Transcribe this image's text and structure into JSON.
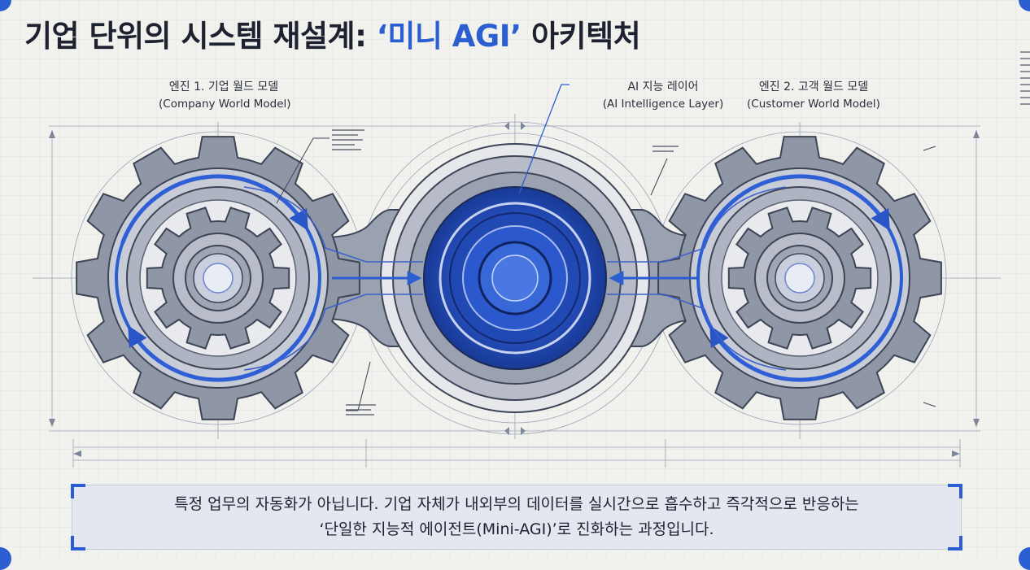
{
  "title": {
    "main": "기업 단위의 시스템 재설계: ",
    "accent": "‘미니 AGI’",
    "tail": " 아키텍처"
  },
  "labels": {
    "left": {
      "line1": "엔진 1. 기업 월드 모델",
      "line2": "(Company World Model)"
    },
    "center": {
      "line1": "AI 지능 레이어",
      "line2": "(AI Intelligence Layer)"
    },
    "right": {
      "line1": "엔진 2. 고객 월드 모델",
      "line2": "(Customer World Model)"
    }
  },
  "caption": {
    "line1": "특정 업무의 자동화가 아닙니다. 기업 자체가 내외부의 데이터를 실시간으로 흡수하고 즉각적으로 반응하는",
    "line2": "‘단일한 지능적 에이전트(Mini-AGI)’로 진화하는 과정입니다."
  },
  "colors": {
    "accent": "#2b5fd1",
    "gear_fill": "#8f96a6",
    "gear_stroke": "#3e4556",
    "core_dark": "#1d3f9e",
    "background": "#f1f1ee"
  }
}
